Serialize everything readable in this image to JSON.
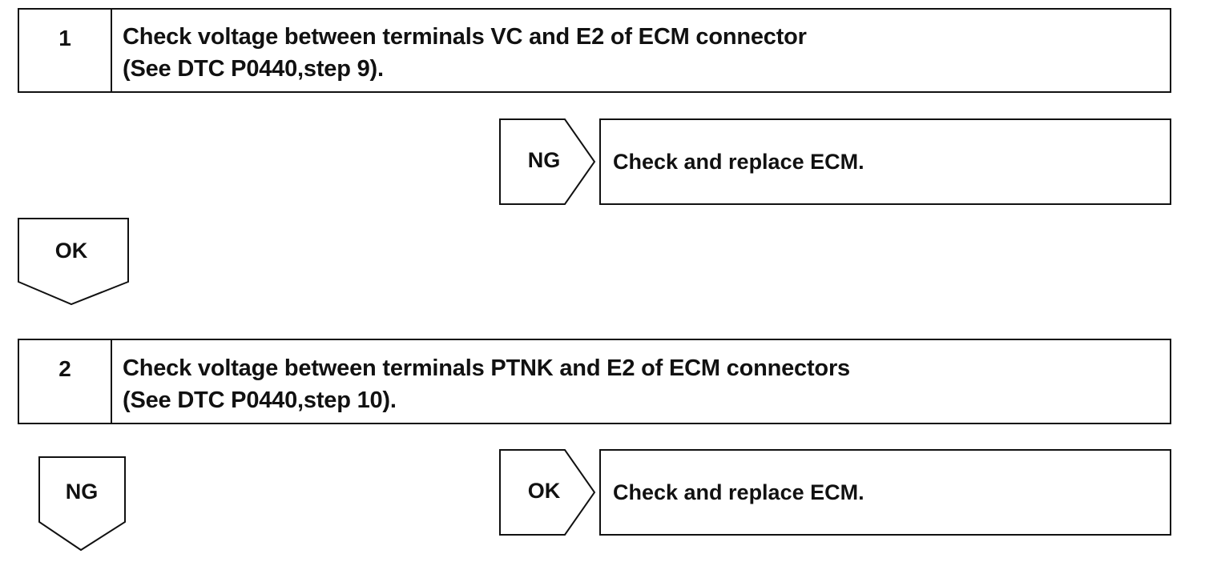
{
  "steps": [
    {
      "number": "1",
      "line1": "Check voltage between terminals VC and E2 of ECM connector",
      "line2": "(See DTC P0440,step 9).",
      "ng_label": "NG",
      "ng_result": "Check and replace ECM.",
      "ok_label": "OK"
    },
    {
      "number": "2",
      "line1": "Check voltage between terminals PTNK and E2 of ECM connectors",
      "line2": "(See DTC P0440,step 10).",
      "ok_label": "OK",
      "ok_result": "Check and replace ECM.",
      "ng_label": "NG"
    }
  ],
  "colors": {
    "line": "#111111",
    "background": "#ffffff"
  }
}
